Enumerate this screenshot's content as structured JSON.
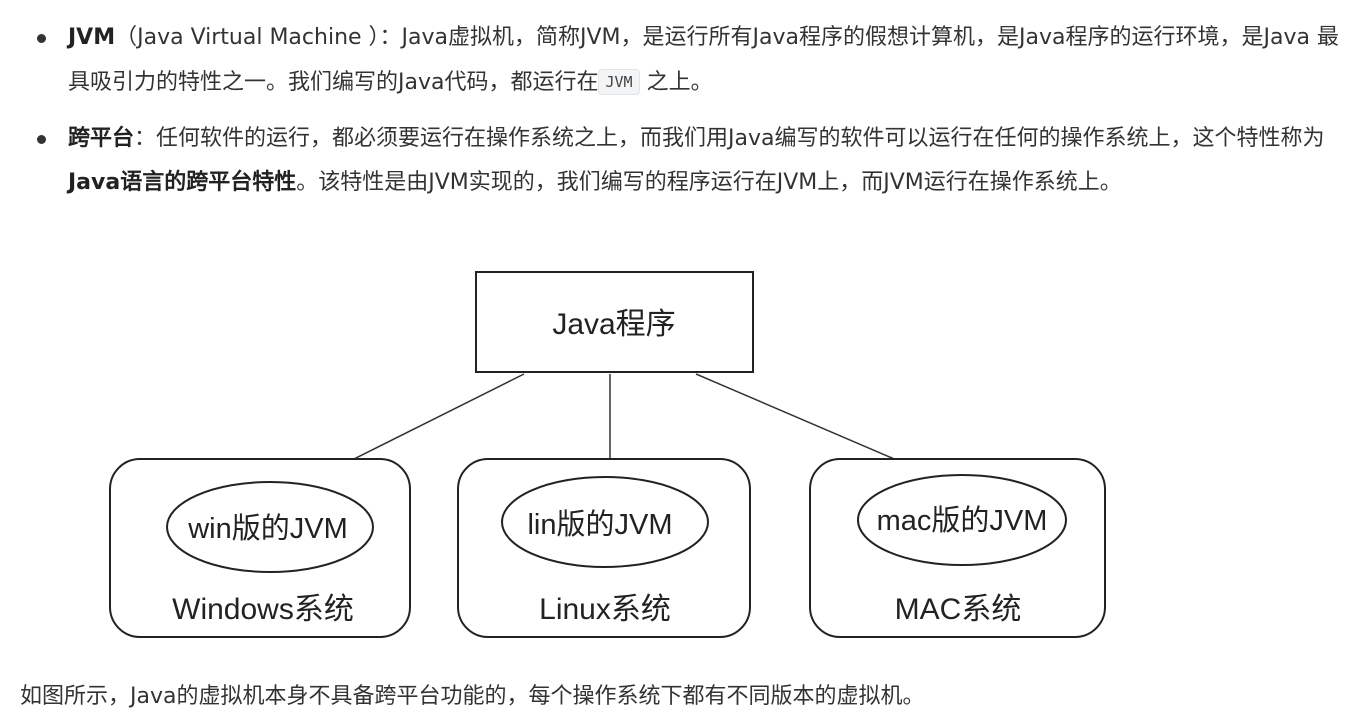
{
  "bullets": [
    {
      "term": "JVM",
      "text1": "（Java Virtual Machine ）：Java虚拟机，简称JVM，是运行所有Java程序的假想计算机，是Java程序的运行环境，是Java 最具吸引力的特性之一。我们编写的Java代码，都运行在",
      "code": "JVM",
      "text2": " 之上。"
    },
    {
      "term": "跨平台",
      "text1": "：任何软件的运行，都必须要运行在操作系统之上，而我们用Java编写的软件可以运行在任何的操作系统上，这个特性称为",
      "bold": "Java语言的跨平台特性",
      "text2": "。该特性是由JVM实现的，我们编写的程序运行在JVM上，而JVM运行在操作系统上。"
    }
  ],
  "diagram": {
    "top_box": "Java程序",
    "systems": [
      {
        "jvm": "win版的JVM",
        "os": "Windows系统"
      },
      {
        "jvm": "lin版的JVM",
        "os": "Linux系统"
      },
      {
        "jvm": "mac版的JVM",
        "os": "MAC系统"
      }
    ]
  },
  "caption": "如图所示，Java的虚拟机本身不具备跨平台功能的，每个操作系统下都有不同版本的虚拟机。"
}
